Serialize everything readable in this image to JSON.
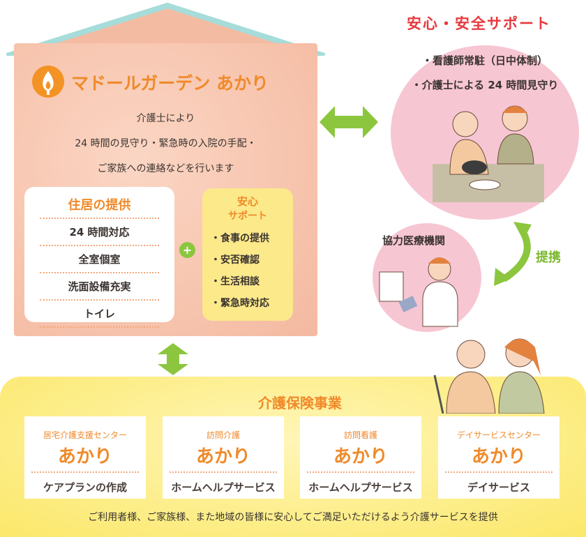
{
  "house": {
    "title": "マドールガーデン あかり",
    "desc": [
      "介護士により",
      "24 時間の見守り・緊急時の入院の手配・",
      "ご家族への連絡などを行います"
    ],
    "residence": {
      "title": "住居の提供",
      "items": [
        "24 時間対応",
        "全室個室",
        "洗面設備充実",
        "トイレ"
      ]
    },
    "plus": "+",
    "support": {
      "title1": "安心",
      "title2": "サポート",
      "items": [
        "・食事の提供",
        "・安否確認",
        "・生活相談",
        "・緊急時対応"
      ]
    }
  },
  "safety": {
    "title": "安心・安全サポート",
    "items": [
      "・看護師常駐（日中体制）",
      "・介護士による 24 時間見守り"
    ]
  },
  "medical": {
    "label": "協力医療機関",
    "partner": "提携"
  },
  "insurance": {
    "title": "介護保険事業",
    "services": [
      {
        "type": "居宅介護支援センター",
        "name": "あかり",
        "desc": "ケアプランの作成"
      },
      {
        "type": "訪問介護",
        "name": "あかり",
        "desc": "ホームヘルプサービス"
      },
      {
        "type": "訪問看護",
        "name": "あかり",
        "desc": "ホームヘルプサービス"
      },
      {
        "type": "デイサービスセンター",
        "name": "あかり",
        "desc": "デイサービス"
      }
    ],
    "footer": "ご利用者様、ご家族様、また地域の皆様に安心してご満足いただけるよう介護サービスを提供"
  },
  "colors": {
    "orange": "#f08a2a",
    "green": "#8cc63f",
    "red": "#e8383d",
    "pink": "#f7c6d3"
  }
}
